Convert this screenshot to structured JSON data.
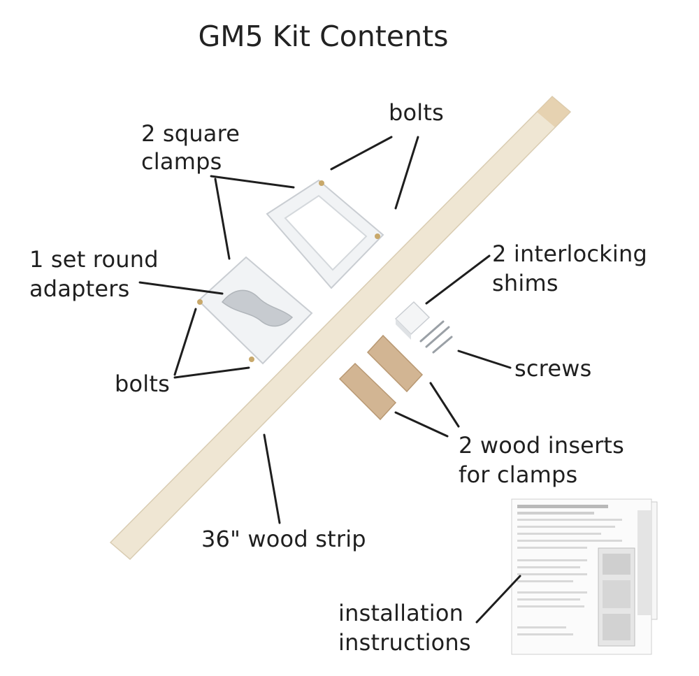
{
  "title": "GM5 Kit Contents",
  "labels": {
    "bolts_top": "bolts",
    "square_clamps_1": "2 square",
    "square_clamps_2": "clamps",
    "round_adapters_1": "1 set round",
    "round_adapters_2": "adapters",
    "bolts_left": "bolts",
    "shims_1": "2 interlocking",
    "shims_2": "shims",
    "screws": "screws",
    "wood_inserts_1": "2 wood inserts",
    "wood_inserts_2": "for clamps",
    "wood_strip": "36\" wood strip",
    "instructions_1": "installation",
    "instructions_2": "instructions"
  },
  "colors": {
    "wood_strip": "#efe6d3",
    "wood_insert": "#d2b593",
    "clamp": "#f1f3f5",
    "leader": "#1e1e1e"
  }
}
